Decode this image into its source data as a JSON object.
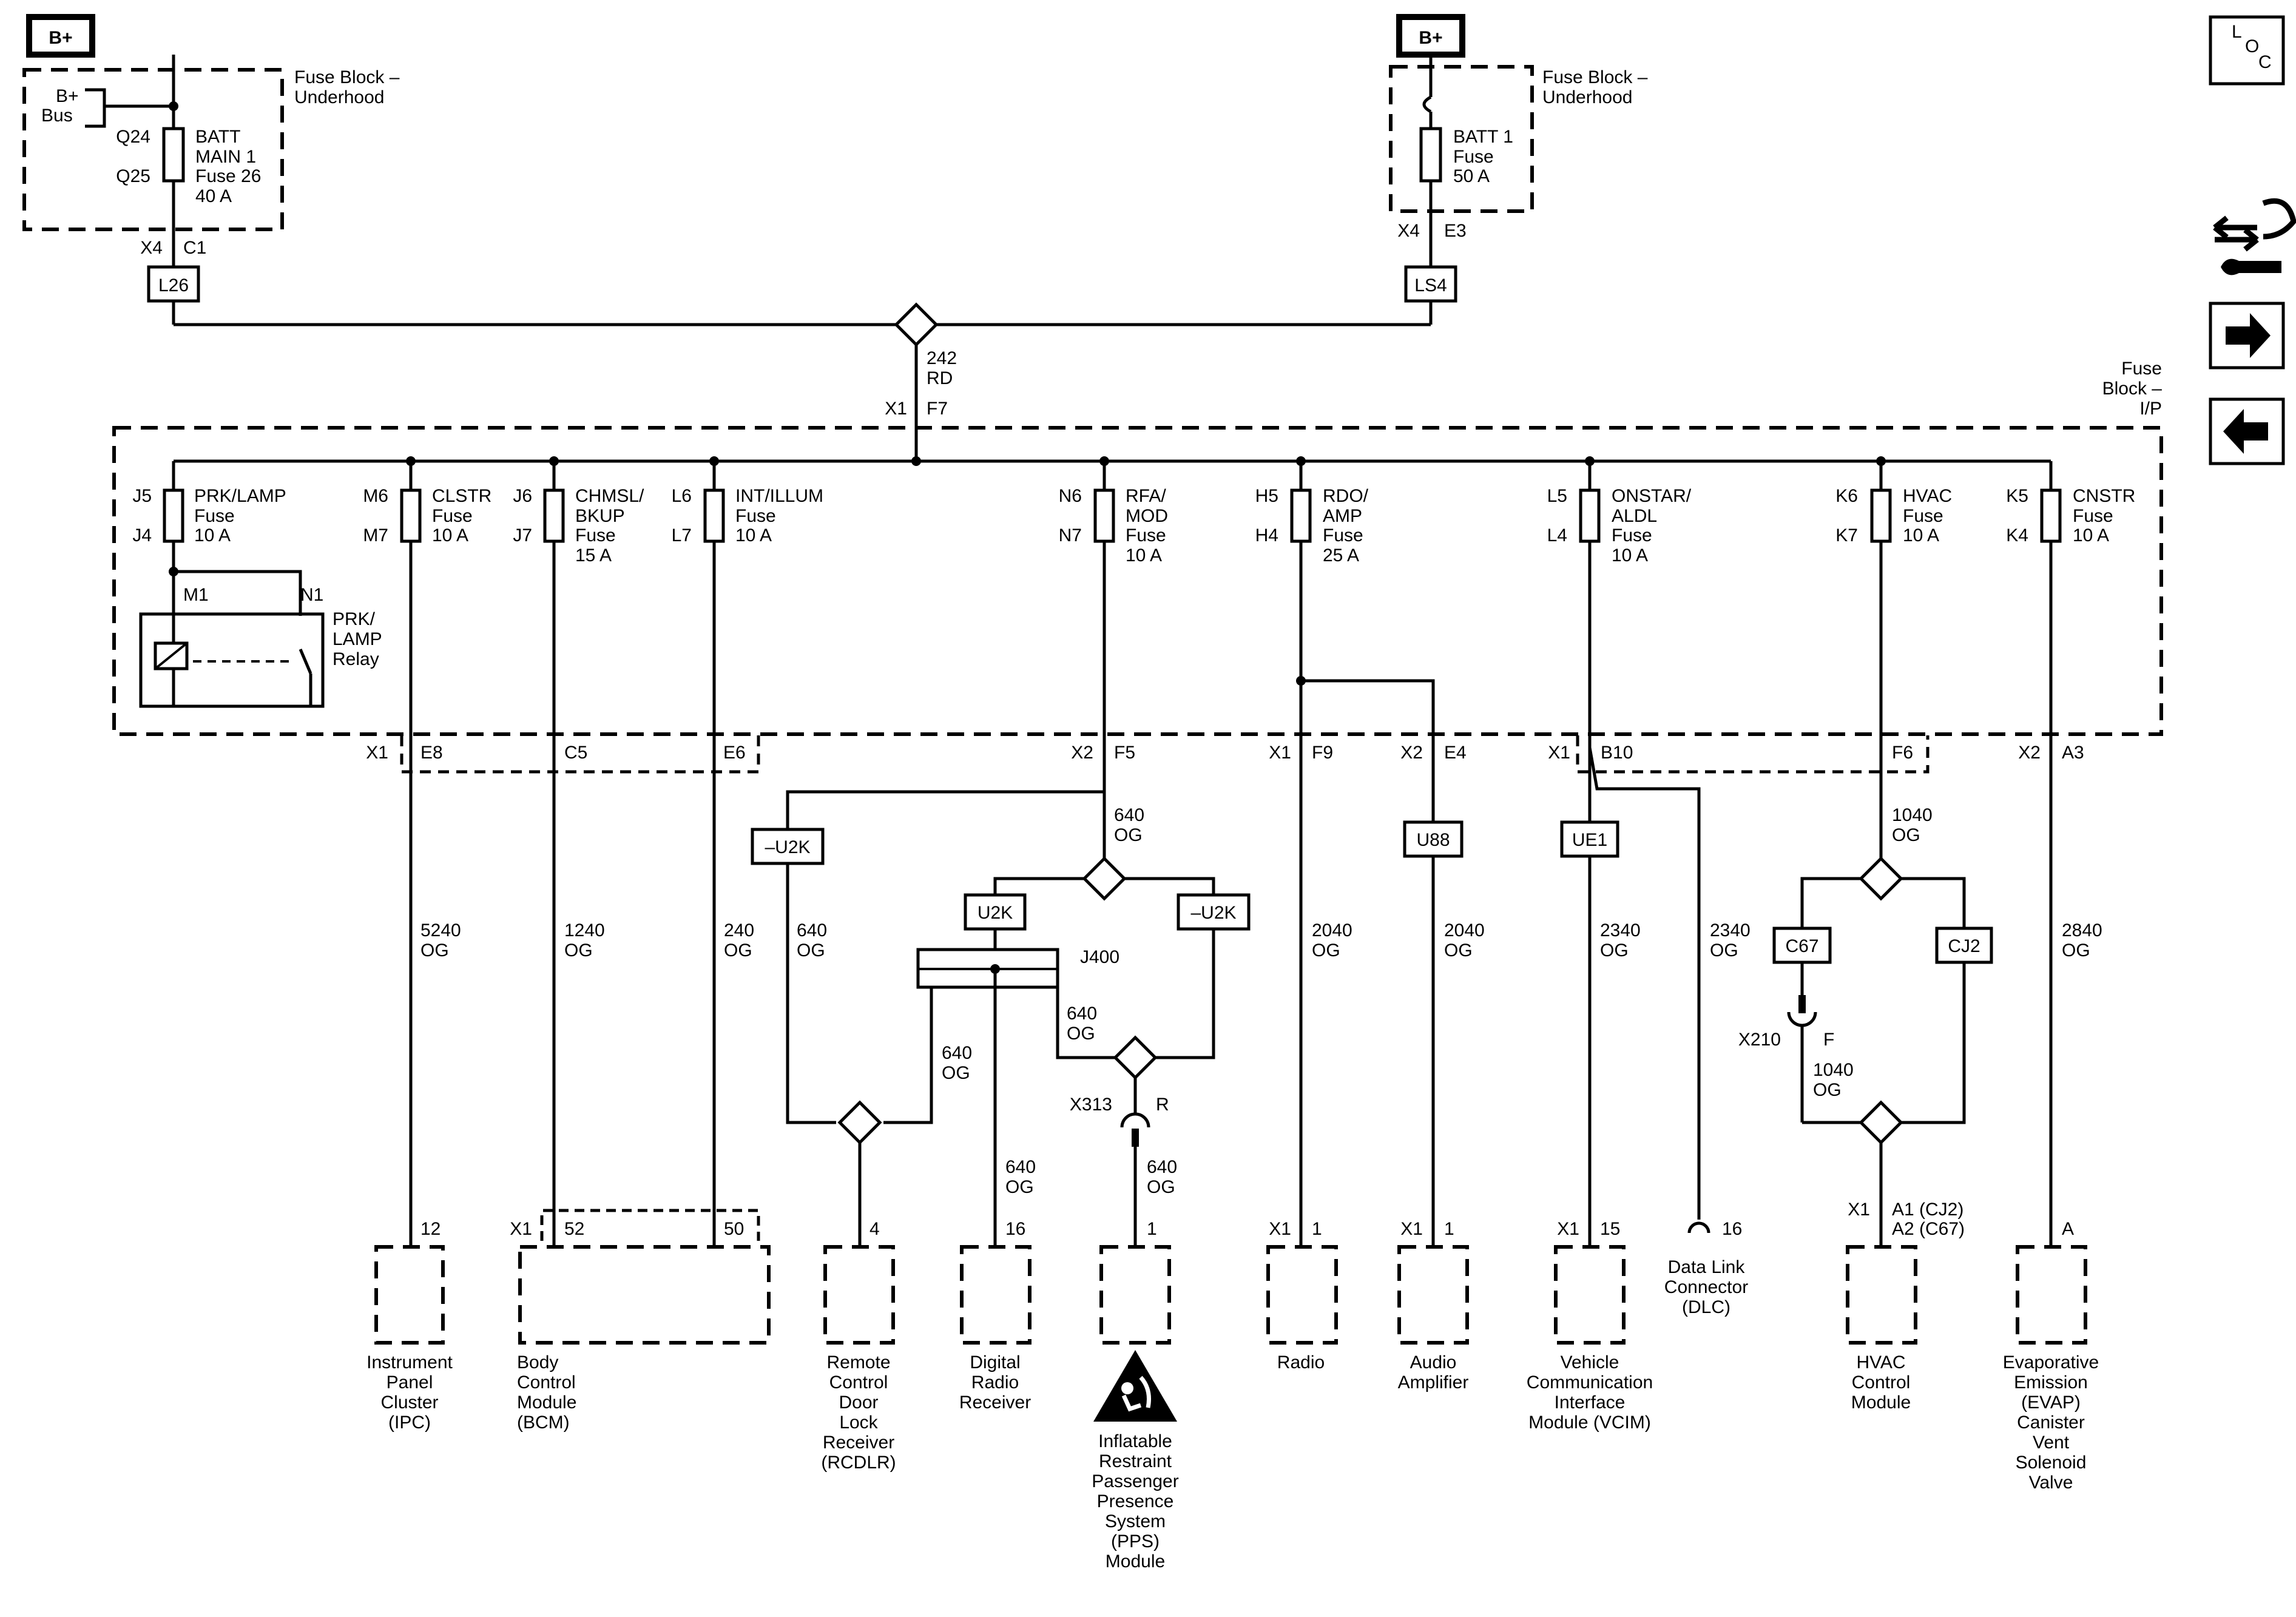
{
  "top_left": {
    "battery_label": "B+",
    "fuse_block_title": [
      "Fuse Block –",
      "Underhood"
    ],
    "bus_label": [
      "B+",
      "Bus"
    ],
    "fuse_pins": [
      "Q24",
      "Q25"
    ],
    "fuse_label": [
      "BATT",
      "MAIN 1",
      "Fuse 26",
      "40 A"
    ],
    "connector": "X4",
    "pin": "C1",
    "splice": "L26"
  },
  "top_right": {
    "battery_label": "B+",
    "fuse_block_title": [
      "Fuse Block –",
      "Underhood"
    ],
    "fuse_label": [
      "BATT 1",
      "Fuse",
      "50 A"
    ],
    "connector": "X4",
    "pin": "E3",
    "splice": "LS4"
  },
  "feed": {
    "circuit": "242",
    "color": "RD",
    "connector": "X1",
    "pin": "F7"
  },
  "ip_block_title": [
    "Fuse",
    "Block –",
    "I/P"
  ],
  "fuses": [
    {
      "pins": [
        "J5",
        "J4"
      ],
      "label": [
        "PRK/LAMP",
        "Fuse",
        "10 A"
      ]
    },
    {
      "pins": [
        "M6",
        "M7"
      ],
      "label": [
        "CLSTR",
        "Fuse",
        "10 A"
      ]
    },
    {
      "pins": [
        "J6",
        "J7"
      ],
      "label": [
        "CHMSL/",
        "BKUP",
        "Fuse",
        "15 A"
      ]
    },
    {
      "pins": [
        "L6",
        "L7"
      ],
      "label": [
        "INT/ILLUM",
        "Fuse",
        "10 A"
      ]
    },
    {
      "pins": [
        "N6",
        "N7"
      ],
      "label": [
        "RFA/",
        "MOD",
        "Fuse",
        "10 A"
      ]
    },
    {
      "pins": [
        "H5",
        "H4"
      ],
      "label": [
        "RDO/",
        "AMP",
        "Fuse",
        "25 A"
      ]
    },
    {
      "pins": [
        "L5",
        "L4"
      ],
      "label": [
        "ONSTAR/",
        "ALDL",
        "Fuse",
        "10 A"
      ]
    },
    {
      "pins": [
        "K6",
        "K7"
      ],
      "label": [
        "HVAC",
        "Fuse",
        "10 A"
      ]
    },
    {
      "pins": [
        "K5",
        "K4"
      ],
      "label": [
        "CNSTR",
        "Fuse",
        "10 A"
      ]
    }
  ],
  "relay": {
    "pins": [
      "M1",
      "N1"
    ],
    "label": [
      "PRK/",
      "LAMP",
      "Relay"
    ]
  },
  "exit_labels": {
    "x1_a": "X1",
    "e8": "E8",
    "c5": "C5",
    "e6": "E6",
    "x2_a": "X2",
    "f5": "F5",
    "x1_b": "X1",
    "f9": "F9",
    "x2_b": "X2",
    "e4": "E4",
    "x1_c": "X1",
    "b10": "B10",
    "f6": "F6",
    "x2_c": "X2",
    "a3": "A3"
  },
  "wires": {
    "ipc": [
      "5240",
      "OG"
    ],
    "bcm": [
      "1240",
      "OG"
    ],
    "int": [
      "240",
      "OG"
    ],
    "rfa_main": [
      "640",
      "OG"
    ],
    "rcdlr": [
      "640",
      "OG"
    ],
    "j400_left": [
      "640",
      "OG"
    ],
    "j400_right": [
      "640",
      "OG"
    ],
    "radio_rx": [
      "640",
      "OG"
    ],
    "pps": [
      "640",
      "OG"
    ],
    "radio": [
      "2040",
      "OG"
    ],
    "amp": [
      "2040",
      "OG"
    ],
    "vcim": [
      "2340",
      "OG"
    ],
    "dlc": [
      "2340",
      "OG"
    ],
    "hvac_main": [
      "1040",
      "OG"
    ],
    "hvac_c67": [
      "1040",
      "OG"
    ],
    "evap": [
      "2840",
      "OG"
    ]
  },
  "splice_boxes": {
    "u2k_left": "–U2K",
    "u2k_mid": "U2K",
    "u2k_right": "–U2K",
    "u88": "U88",
    "ue1": "UE1",
    "c67": "C67",
    "cj2": "CJ2",
    "j400": "J400"
  },
  "inline_connectors": {
    "x313": "X313",
    "x313_pin": "R",
    "x210": "X210",
    "x210_pin": "F"
  },
  "module_pins": {
    "ipc": "12",
    "bcm_conn": "X1",
    "bcm_a": "52",
    "bcm_b": "50",
    "rcdlr": "4",
    "radio_rx": "16",
    "pps": "1",
    "radio_conn": "X1",
    "radio": "1",
    "amp_conn": "X1",
    "amp": "1",
    "vcim_conn": "X1",
    "vcim": "15",
    "dlc": "16",
    "hvac_conn": "X1",
    "hvac_a": "A1 (CJ2)",
    "hvac_b": "A2 (C67)",
    "evap": "A"
  },
  "modules": {
    "ipc": [
      "Instrument",
      "Panel",
      "Cluster",
      "(IPC)"
    ],
    "bcm": [
      "Body",
      "Control",
      "Module",
      "(BCM)"
    ],
    "rcdlr": [
      "Remote",
      "Control",
      "Door",
      "Lock",
      "Receiver",
      "(RCDLR)"
    ],
    "radio_rx": [
      "Digital",
      "Radio",
      "Receiver"
    ],
    "pps": [
      "Inflatable",
      "Restraint",
      "Passenger",
      "Presence",
      "System",
      "(PPS)",
      "Module"
    ],
    "radio": [
      "Radio"
    ],
    "amp": [
      "Audio",
      "Amplifier"
    ],
    "vcim": [
      "Vehicle",
      "Communication",
      "Interface",
      "Module (VCIM)"
    ],
    "dlc": [
      "Data Link",
      "Connector",
      "(DLC)"
    ],
    "hvac": [
      "HVAC",
      "Control",
      "Module"
    ],
    "evap": [
      "Evaporative",
      "Emission",
      "(EVAP)",
      "Canister",
      "Vent",
      "Solenoid",
      "Valve"
    ]
  },
  "nav": {
    "loc_letters": [
      "L",
      "O",
      "C"
    ],
    "icons": [
      "connector-tools-icon",
      "arrow-right-icon",
      "arrow-left-icon"
    ]
  }
}
